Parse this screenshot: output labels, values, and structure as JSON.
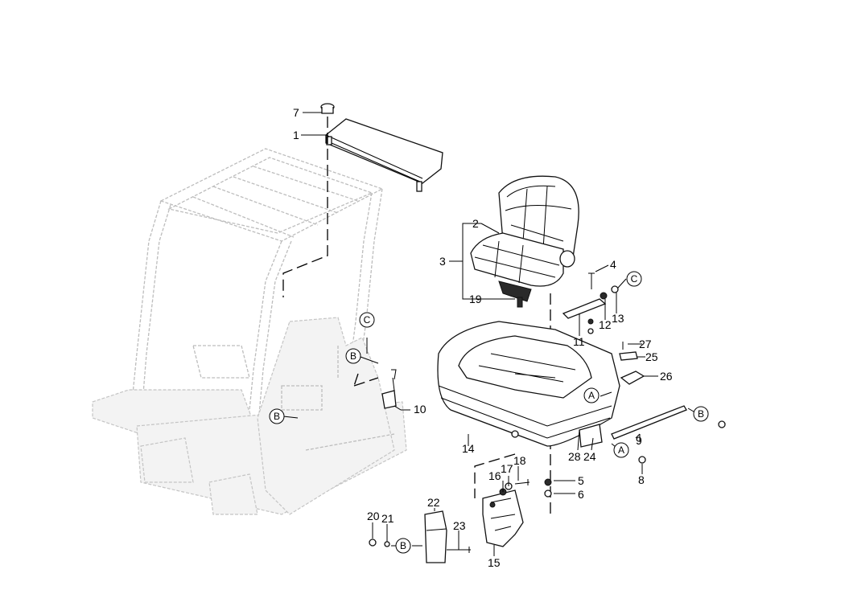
{
  "callouts": {
    "c1": "1",
    "c2": "2",
    "c3": "3",
    "c4": "4",
    "c5": "5",
    "c6": "6",
    "c7": "7",
    "c8": "8",
    "c9": "9",
    "c10": "10",
    "c11": "11",
    "c12": "12",
    "c13": "13",
    "c14": "14",
    "c15": "15",
    "c16": "16",
    "c17": "17",
    "c18": "18",
    "c19": "19",
    "c20": "20",
    "c21": "21",
    "c22": "22",
    "c23": "23",
    "c24": "24",
    "c25": "25",
    "c26": "26",
    "c27": "27",
    "c28": "28"
  },
  "refs": {
    "A": "A",
    "B": "B",
    "C": "C"
  }
}
